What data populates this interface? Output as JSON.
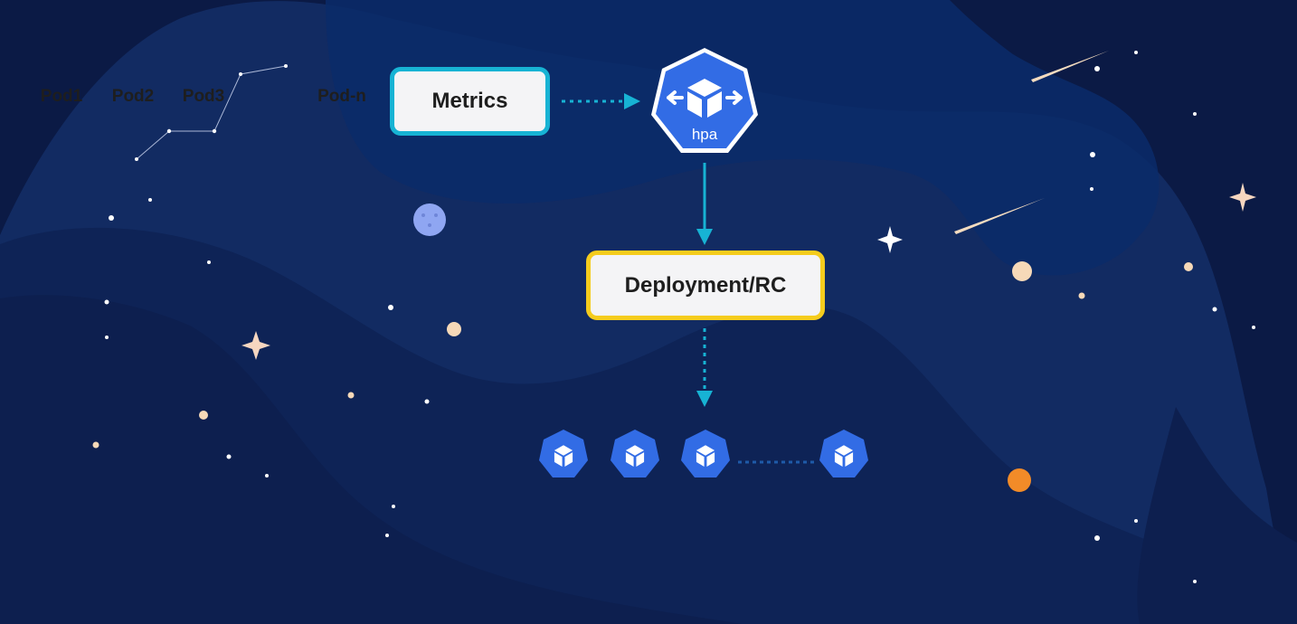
{
  "diagram": {
    "metrics_label": "Metrics",
    "hpa_label": "hpa",
    "deployment_label": "Deployment/RC",
    "pods": [
      "Pod1",
      "Pod2",
      "Pod3",
      "Pod-n"
    ]
  },
  "colors": {
    "background": "#0b1a45",
    "metrics_border": "#17b3d4",
    "deployment_border": "#f5cc1d",
    "pods_border": "#3d67b8",
    "k8s_blue": "#326ce5",
    "arrow": "#17b3d4"
  },
  "icons": {
    "hpa": "hpa-hexagon-cube-icon",
    "pod": "pod-hexagon-cube-icon"
  }
}
